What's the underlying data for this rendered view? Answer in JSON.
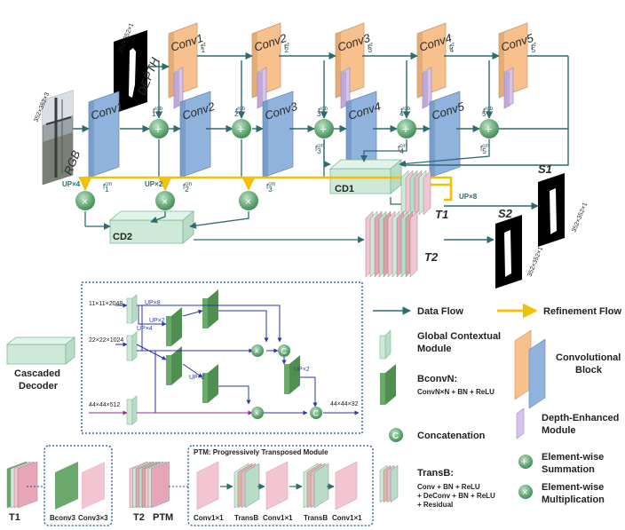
{
  "inputs": {
    "rgb": {
      "label": "RGB",
      "size": "352×352×3"
    },
    "depth": {
      "label": "DEPTH",
      "size": "352×352×1"
    }
  },
  "conv_labels": [
    "Conv1",
    "Conv2",
    "Conv3",
    "Conv4",
    "Conv5"
  ],
  "feat": {
    "f": "f",
    "d": "d",
    "rgb": "rgb",
    "cm": "cm",
    "idx": [
      "1",
      "2",
      "3",
      "4",
      "5"
    ]
  },
  "ops": {
    "plus": "+",
    "times": "×",
    "concat": "C"
  },
  "refine": {
    "up4": "UP×4",
    "up2": "UP×2",
    "up8": "UP×8"
  },
  "cd": {
    "cd1": "CD1",
    "cd2": "CD2"
  },
  "transform": {
    "t1": "T1",
    "t2": "T2"
  },
  "outputs": {
    "s1": {
      "label": "S1",
      "size": "352×352×1"
    },
    "s2": {
      "label": "S2",
      "size": "352×352×1"
    }
  },
  "decoder": {
    "title": "Cascaded\nDecoder",
    "dims": [
      "11×11×2048",
      "22×22×1024",
      "44×44×512",
      "44×44×32"
    ],
    "ups": [
      "UP×8",
      "UP×4",
      "UP×2",
      "UP×2",
      "UP×2"
    ]
  },
  "legend": {
    "data_flow": "Data Flow",
    "refinement_flow": "Refinement Flow",
    "gcm": "Global Contextual\nModule",
    "bconv": "BconvN:",
    "bconv_desc": "ConvN×N + BN + ReLU",
    "conv_block": "Convolutional\nBlock",
    "depth_enhanced": "Depth-Enhanced\nModule",
    "concat": "Concatenation",
    "sum": "Element-wise\nSummation",
    "mult": "Element-wise\nMultiplication",
    "transb": "TransB:",
    "transb_desc": "Conv + BN + ReLU\n+ DeConv + BN + ReLU\n+ Residual"
  },
  "bottom": {
    "t1": "T1",
    "t2": "T2",
    "ptm": "PTM",
    "t1_parts": [
      "Bconv3",
      "Conv3×3"
    ],
    "ptm_title": "PTM: Progressively Transposed Module",
    "ptm_parts": [
      "Conv1×1",
      "TransB",
      "Conv1×1",
      "TransB",
      "Conv1×1"
    ]
  },
  "colors": {
    "flow": "#2f6b6e",
    "refine": "#f2c100",
    "orange": "#f7c08c",
    "blue": "#8fb3dd",
    "purple": "#d7c3ea",
    "light_green": "#cfe9d9",
    "green": "#6aa86b",
    "pink": "#f3c4d1",
    "dotted": "#1f4c8c",
    "decoder_arrow": "#2d35a8",
    "purple_arrow": "#8a2f8e"
  }
}
